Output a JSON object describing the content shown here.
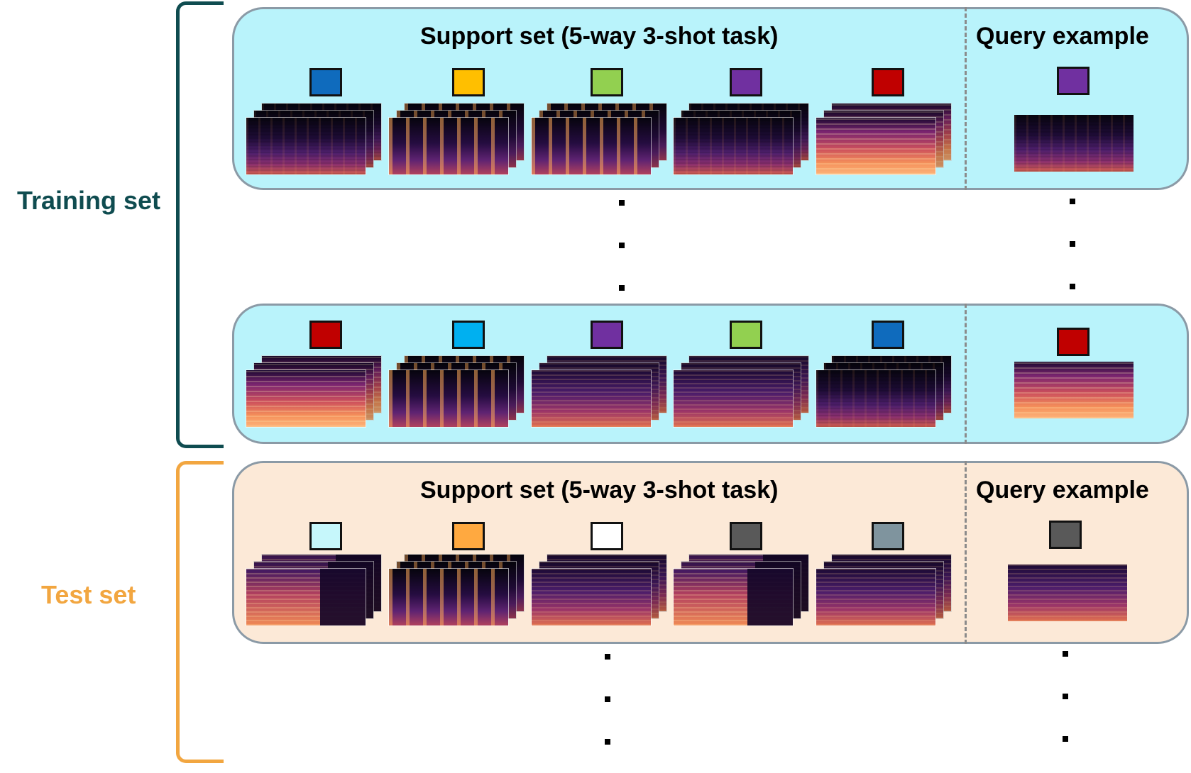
{
  "labels": {
    "training_set": "Training set",
    "test_set": "Test set",
    "support_title": "Support set (5-way 3-shot task)",
    "query_title": "Query example"
  },
  "colors": {
    "training_label": "#0f4c50",
    "test_label": "#f2a640",
    "training_panel_bg": "#b9f3fb",
    "test_panel_bg": "#fce9d7",
    "panel_border": "#8b9aa6"
  },
  "panels": [
    {
      "id": "train-1",
      "group": "training",
      "show_titles": true,
      "class_colors": [
        "#0f6bbd",
        "#ffbf00",
        "#92d050",
        "#7030a0",
        "#c00000"
      ],
      "spectrogram_styles": [
        "spec-dark",
        "spec-banded",
        "spec-banded",
        "spec-dark",
        "spec-bright"
      ],
      "query_color": "#7030a0",
      "query_style": "spec-dark"
    },
    {
      "id": "train-2",
      "group": "training",
      "show_titles": false,
      "class_colors": [
        "#c00000",
        "#00b0f0",
        "#7030a0",
        "#92d050",
        "#0f6bbd"
      ],
      "spectrogram_styles": [
        "spec-bright",
        "spec-banded",
        "spec-mid",
        "spec-mid",
        "spec-dark"
      ],
      "query_color": "#c00000",
      "query_style": "spec-bright"
    },
    {
      "id": "test-1",
      "group": "test",
      "show_titles": true,
      "class_colors": [
        "#c6f7fb",
        "#ffa940",
        "#ffffff",
        "#595959",
        "#7f949e"
      ],
      "spectrogram_styles": [
        "spec-split",
        "spec-banded",
        "spec-mid",
        "spec-split",
        "spec-mid"
      ],
      "query_color": "#595959",
      "query_style": "spec-mid"
    }
  ]
}
